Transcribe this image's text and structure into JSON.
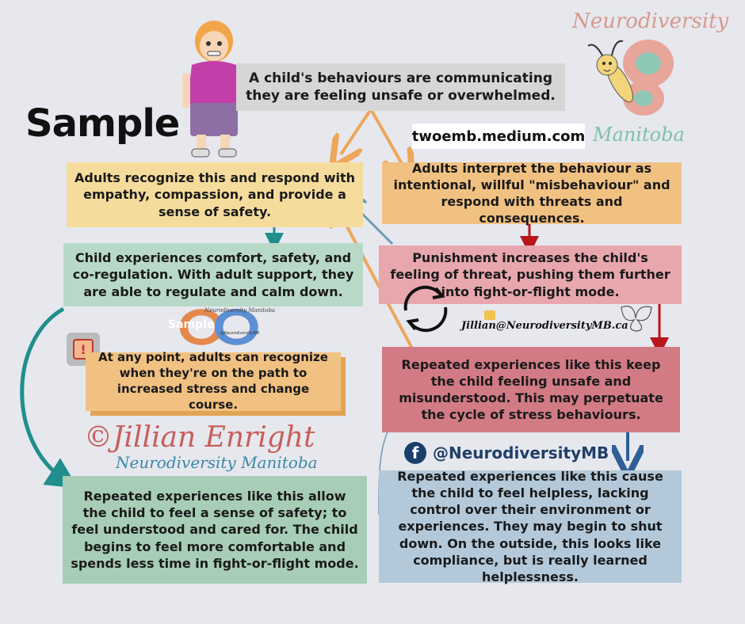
{
  "title": "Sample",
  "brand": {
    "top_word": "Neurodiversity",
    "bottom_word": "Manitoba",
    "website": "twoemb.medium.com"
  },
  "boxes": {
    "top": "A child's behaviours are communicating they are feeling unsafe or overwhelmed.",
    "left_1": "Adults recognize this and respond with empathy, compassion, and provide a sense of safety.",
    "left_2": "Child experiences comfort, safety, and co-regulation. With adult support, they are able to regulate and calm down.",
    "note": "At any point, adults can recognize when they're on the path to increased stress and change course.",
    "left_3": "Repeated experiences like this allow the child to feel a sense of safety; to feel understood and cared for. The child begins to feel more comfortable and spends less time in fight-or-flight mode.",
    "right_1": "Adults interpret the behaviour as intentional, willful \"misbehaviour\" and respond with threats and consequences.",
    "right_2": "Punishment increases the child's feeling of threat, pushing them further into fight-or-flight mode.",
    "right_3": "Repeated experiences like this keep the child feeling unsafe and misunderstood. This may perpetuate the cycle of stress behaviours.",
    "right_4": "Repeated experiences like this cause the child to feel helpless, lacking control over their environment or experiences. They may begin to shut down. On the outside, this looks like compliance, but is really learned helplessness."
  },
  "signature": {
    "name": "©Jillian Enright",
    "org": "Neurodiversity Manitoba"
  },
  "email": "Jillian@NeurodiversityMB.ca",
  "facebook_handle": "@NeurodiversityMB",
  "badge": {
    "word": "Sample",
    "arc_text": "Neurodiversity Manitoba",
    "handle": "@NeurodiversityMB"
  },
  "icons": [
    "child-illustration",
    "butterfly-illustration",
    "cycle-arrows-icon",
    "exclamation-icon",
    "facebook-icon",
    "email-icon"
  ],
  "colors": {
    "background": "#e6e8ee",
    "box_yellow": "#f6dc9c",
    "box_orange": "#f1c182",
    "box_green": "#b8d9c8",
    "box_green_dark": "#a7cdb6",
    "box_pink": "#e7a7ad",
    "box_red": "#d27b85",
    "box_blue": "#b3c9da",
    "box_grey": "#d6d6d6",
    "arrow_orange": "#eea65b",
    "arrow_teal": "#1f8e8d",
    "arrow_red": "#b8151c",
    "arrow_blue": "#2f5f95"
  }
}
